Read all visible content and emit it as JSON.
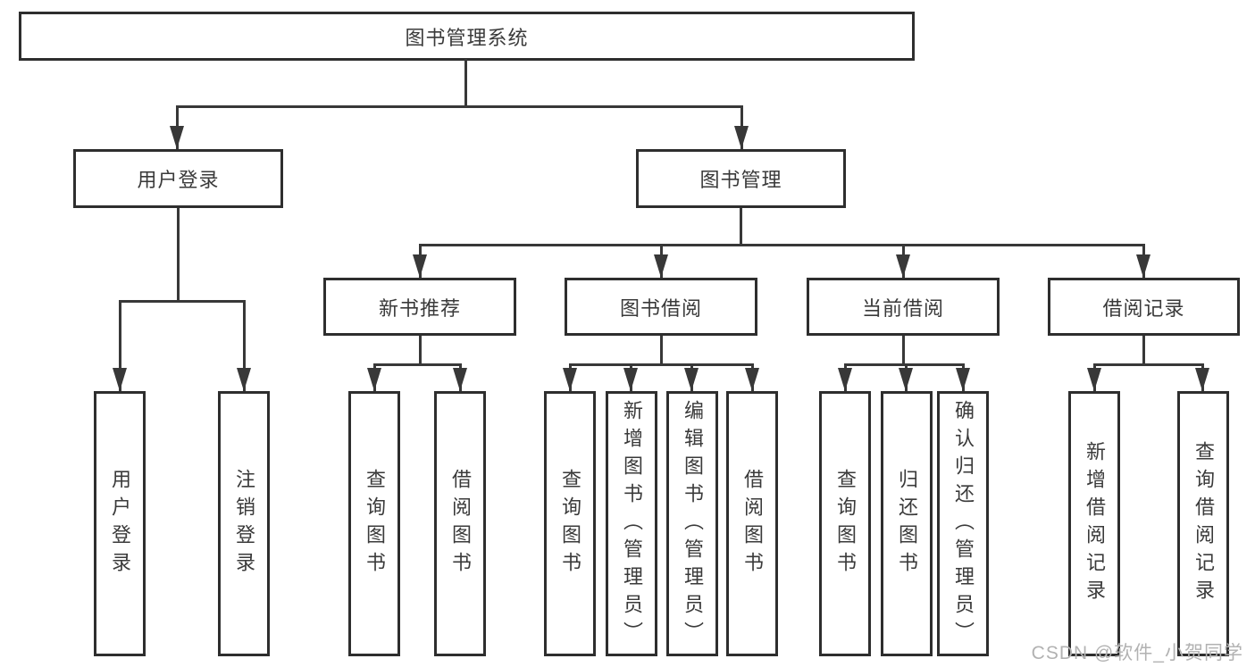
{
  "tree": {
    "label": "图书管理系统",
    "children": [
      {
        "label": "用户登录",
        "children": [
          {
            "label": "用户登录"
          },
          {
            "label": "注销登录"
          }
        ]
      },
      {
        "label": "图书管理",
        "children": [
          {
            "label": "新书推荐",
            "children": [
              {
                "label": "查询图书"
              },
              {
                "label": "借阅图书"
              }
            ]
          },
          {
            "label": "图书借阅",
            "children": [
              {
                "label": "查询图书"
              },
              {
                "label": "新增图书（管理员）"
              },
              {
                "label": "编辑图书（管理员）"
              },
              {
                "label": "借阅图书"
              }
            ]
          },
          {
            "label": "当前借阅",
            "children": [
              {
                "label": "查询图书"
              },
              {
                "label": "归还图书"
              },
              {
                "label": "确认归还（管理员）"
              }
            ]
          },
          {
            "label": "借阅记录",
            "children": [
              {
                "label": "新增借阅记录"
              },
              {
                "label": "查询借阅记录"
              }
            ]
          }
        ]
      }
    ]
  },
  "watermark": "CSDN @软件_小贺同学",
  "colors": {
    "background": "#ffffff",
    "line": "#383838",
    "box_border": "#2e2e2e",
    "text": "#3a3a3a",
    "watermark": "#b2b2b2"
  }
}
